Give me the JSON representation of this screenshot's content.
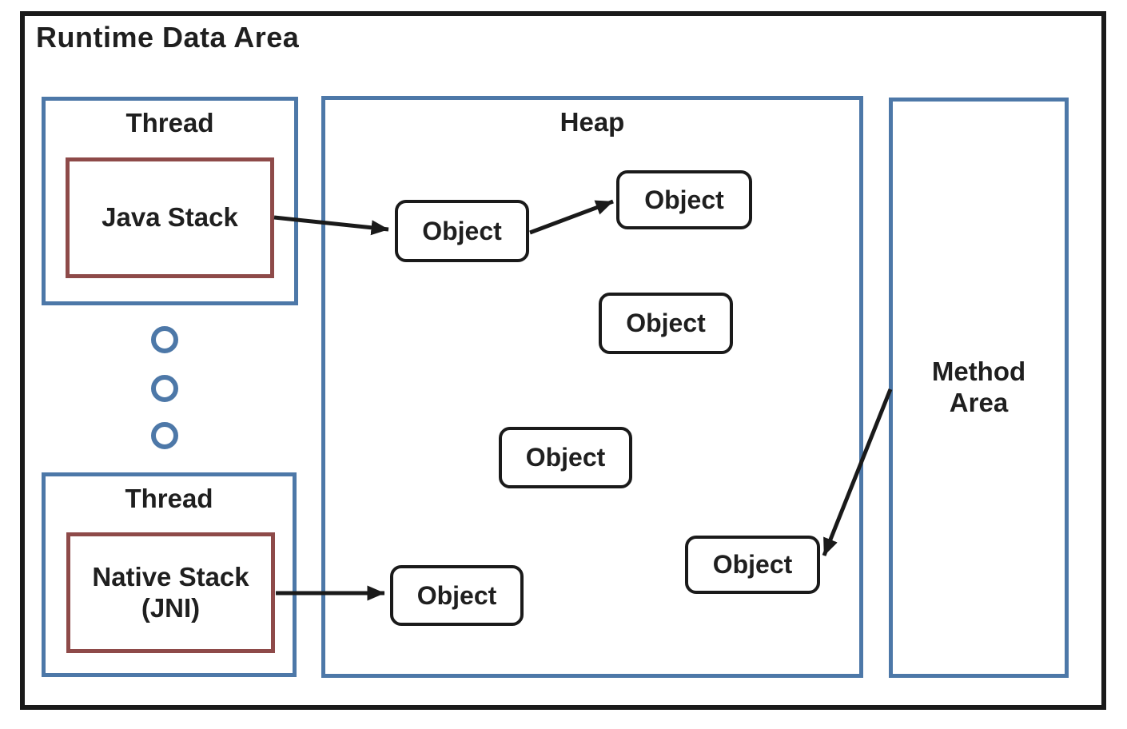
{
  "title": "Runtime Data Area",
  "colors": {
    "frame_blue": "#4d78a8",
    "stack_maroon": "#8e4a49",
    "ink_black": "#1a1a1a"
  },
  "thread_top": {
    "label": "Thread",
    "stack": "Java Stack"
  },
  "thread_bottom": {
    "label": "Thread",
    "stack_lines": [
      "Native Stack",
      "(JNI)"
    ]
  },
  "heap": {
    "label": "Heap",
    "objects": [
      "Object",
      "Object",
      "Object",
      "Object",
      "Object",
      "Object"
    ]
  },
  "method_area": {
    "lines": [
      "Method",
      "Area"
    ]
  }
}
